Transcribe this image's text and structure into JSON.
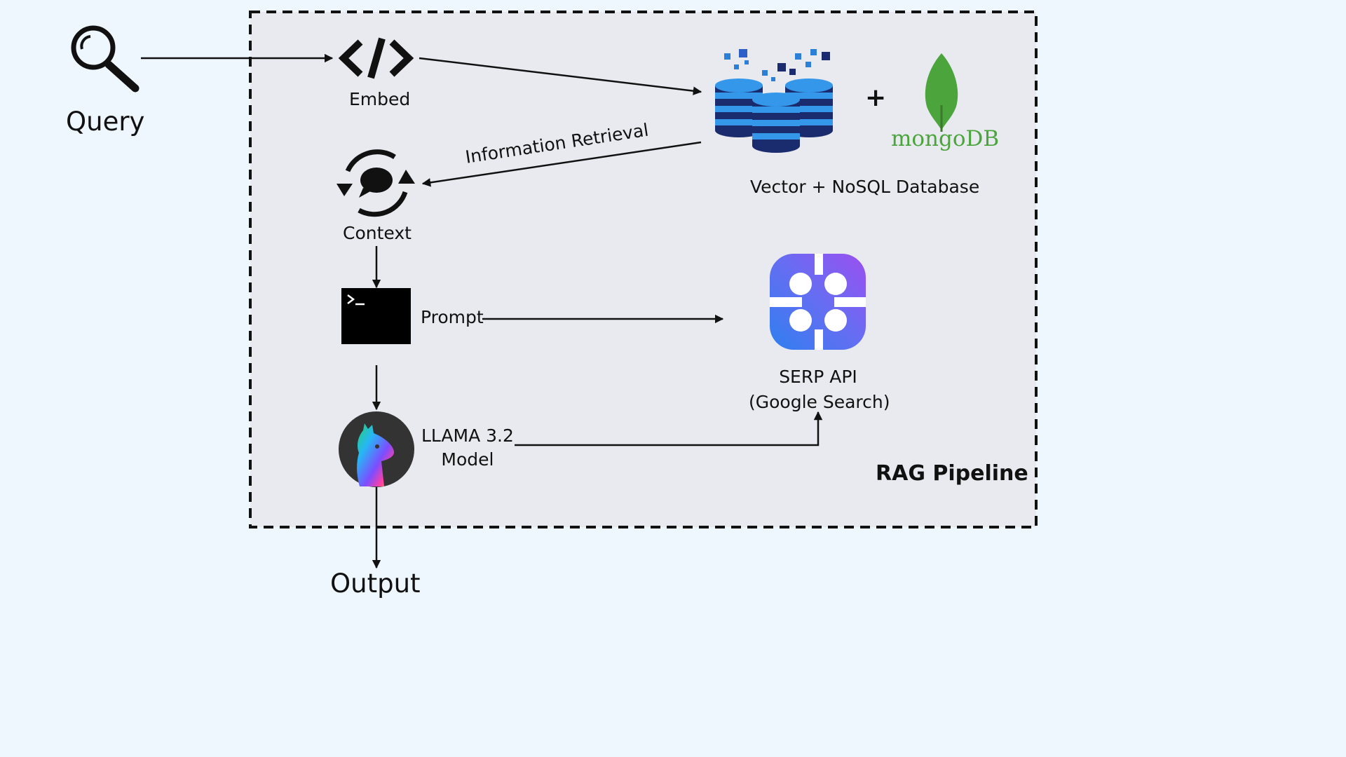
{
  "labels": {
    "query": "Query",
    "embed": "Embed",
    "information_retrieval": "Information Retrieval",
    "context": "Context",
    "prompt": "Prompt",
    "llama_line1": "LLAMA 3.2",
    "llama_line2": "Model",
    "database": "Vector + NoSQL Database",
    "mongodb": "mongoDB",
    "plus": "+",
    "serp_line1": "SERP API",
    "serp_line2": "(Google Search)",
    "pipeline": "RAG Pipeline",
    "output": "Output"
  },
  "icons": {
    "query": "search-icon",
    "embed": "code-icon",
    "database": "database-cluster-icon",
    "mongodb": "mongodb-leaf-icon",
    "context": "chat-refresh-icon",
    "prompt": "terminal-icon",
    "llama": "llama-logo-icon",
    "serp": "serp-api-logo-icon"
  },
  "colors": {
    "background": "#eef6fe",
    "pipeline_fill": "#e8eaef",
    "database_blue": "#2f8ae6",
    "database_navy": "#1a2c6e",
    "mongodb_green": "#4ca43c",
    "serp_blue": "#3b82f6",
    "serp_purple": "#8b5cf6"
  }
}
